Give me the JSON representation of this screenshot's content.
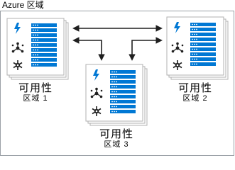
{
  "region": {
    "label": "Azure 区域"
  },
  "zones": [
    {
      "title": "可用性",
      "subtitle": "区域 1"
    },
    {
      "title": "可用性",
      "subtitle": "区域 2"
    },
    {
      "title": "可用性",
      "subtitle": "区域 3"
    }
  ],
  "icons": {
    "compute": "lightning-icon",
    "network": "network-hub-icon",
    "services": "snowflake-gear-icon",
    "servers": "server-rack-icon"
  },
  "colors": {
    "region_border": "#9aa0a6",
    "icon_blue": "#0078d4",
    "icon_dark": "#1f1f1f",
    "card_border": "#b0b0b0",
    "connector": "#1f1f1f"
  }
}
